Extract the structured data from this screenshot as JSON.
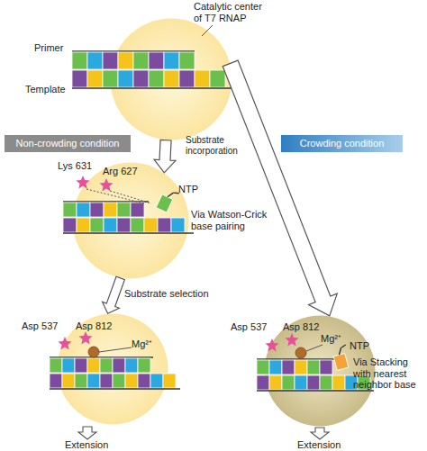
{
  "diagram": {
    "nodes": [
      {
        "text": [
          "Catalytic center of T7 RNAP"
        ]
      },
      {
        "text": [
          "Non-crowding condition"
        ]
      },
      {
        "text": [
          "Crowding condition"
        ]
      },
      {
        "text": [
          "Lys 631",
          "Arg 627"
        ]
      },
      {
        "text": [
          "Asp 537",
          "Asp 812",
          "Mg²⁺"
        ]
      },
      {
        "text": [
          "Asp 537",
          "Asp 812",
          "Mg²⁺"
        ]
      }
    ],
    "edges": [
      {
        "from": 0,
        "to": 3,
        "arrow": "to",
        "label": "Substrate incorporation"
      },
      {
        "from": 0,
        "to": 5,
        "arrow": "to"
      },
      {
        "from": 3,
        "to": 4,
        "arrow": "to",
        "label": "Substrate selection"
      }
    ],
    "labels": [
      "Primer",
      "Template",
      "NTP",
      "Via Watson-Crick base pairing",
      "NTP",
      "Via Stacking with nearest neighbor base",
      "Extension",
      "Extension"
    ]
  }
}
